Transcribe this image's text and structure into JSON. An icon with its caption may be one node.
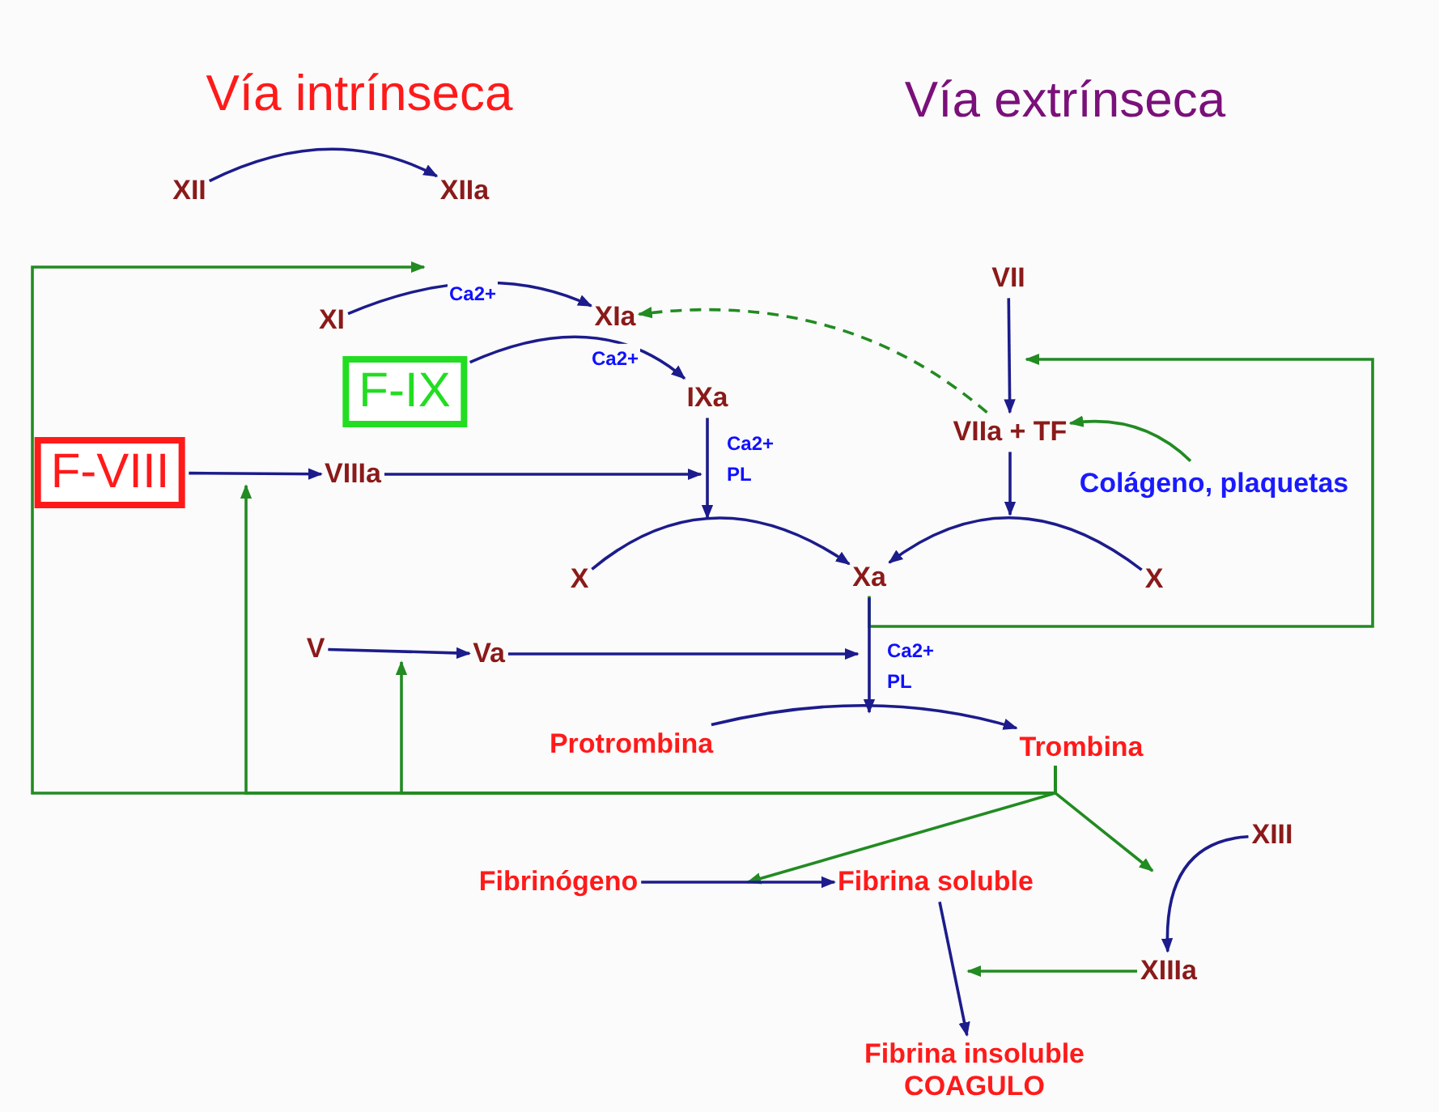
{
  "diagram": {
    "nodes": [
      {
        "text": [
          "XII"
        ]
      },
      {
        "text": [
          "XIIa"
        ]
      },
      {
        "text": [
          "XI"
        ]
      },
      {
        "text": [
          "XIa"
        ]
      },
      {
        "text": [
          "F-IX"
        ]
      },
      {
        "text": [
          "IXa"
        ]
      },
      {
        "text": [
          "F-VIII"
        ]
      },
      {
        "text": [
          "VIIIa"
        ]
      },
      {
        "text": [
          "VII"
        ]
      },
      {
        "text": [
          "VIIa + TF"
        ]
      },
      {
        "text": [
          "Colágeno, plaquetas"
        ]
      },
      {
        "text": [
          "X"
        ]
      },
      {
        "text": [
          "Xa"
        ]
      },
      {
        "text": [
          "X"
        ]
      },
      {
        "text": [
          "V"
        ]
      },
      {
        "text": [
          "Va"
        ]
      },
      {
        "text": [
          "Protrombina"
        ]
      },
      {
        "text": [
          "Trombina"
        ]
      },
      {
        "text": [
          "XIII"
        ]
      },
      {
        "text": [
          "Fibrinógeno"
        ]
      },
      {
        "text": [
          "Fibrina soluble"
        ]
      },
      {
        "text": [
          "XIIIa"
        ]
      },
      {
        "text": [
          "Fibrina insoluble",
          "COAGULO"
        ]
      }
    ],
    "edges": [
      {
        "from": 0,
        "to": 1,
        "arrow": "to"
      },
      {
        "from": 2,
        "to": 3,
        "arrow": "to",
        "label": "Ca2+"
      },
      {
        "from": 4,
        "to": 5,
        "arrow": "to",
        "label": "Ca2+"
      },
      {
        "from": 6,
        "to": 7,
        "arrow": "to"
      },
      {
        "from": 7,
        "to": null,
        "arrow": "to"
      },
      {
        "from": 5,
        "to": null,
        "arrow": "to",
        "label": "Ca2+ PL"
      },
      {
        "from": 11,
        "to": 12,
        "arrow": "to"
      },
      {
        "from": 13,
        "to": 12,
        "arrow": "to"
      },
      {
        "from": 8,
        "to": 9,
        "arrow": "to"
      },
      {
        "from": 9,
        "to": null,
        "arrow": "to"
      },
      {
        "from": 10,
        "to": 9,
        "arrow": "to",
        "color": "#228b22"
      },
      {
        "from": 9,
        "to": 3,
        "arrow": "to",
        "style": "dashed",
        "color": "#228b22"
      },
      {
        "from": 12,
        "to": null,
        "arrow": "to",
        "color": "#228b22"
      },
      {
        "from": 14,
        "to": 15,
        "arrow": "to"
      },
      {
        "from": 15,
        "to": null,
        "arrow": "to"
      },
      {
        "from": 12,
        "to": null,
        "arrow": "to",
        "label": "Ca2+ PL"
      },
      {
        "from": 16,
        "to": 17,
        "arrow": "to"
      },
      {
        "from": 17,
        "to": null,
        "arrow": "to",
        "color": "#228b22"
      },
      {
        "from": 17,
        "to": null,
        "arrow": "to",
        "color": "#228b22"
      },
      {
        "from": 17,
        "to": null,
        "arrow": "to",
        "color": "#228b22"
      },
      {
        "from": 17,
        "to": null,
        "arrow": "to",
        "color": "#228b22"
      },
      {
        "from": 17,
        "to": null,
        "arrow": "to",
        "color": "#228b22"
      },
      {
        "from": 18,
        "to": 21,
        "arrow": "to"
      },
      {
        "from": 19,
        "to": 20,
        "arrow": "to"
      },
      {
        "from": 20,
        "to": 22,
        "arrow": "to"
      },
      {
        "from": 21,
        "to": null,
        "arrow": "to",
        "color": "#228b22"
      }
    ],
    "labels": [
      "Vía intrínseca",
      "Vía extrínseca"
    ]
  }
}
